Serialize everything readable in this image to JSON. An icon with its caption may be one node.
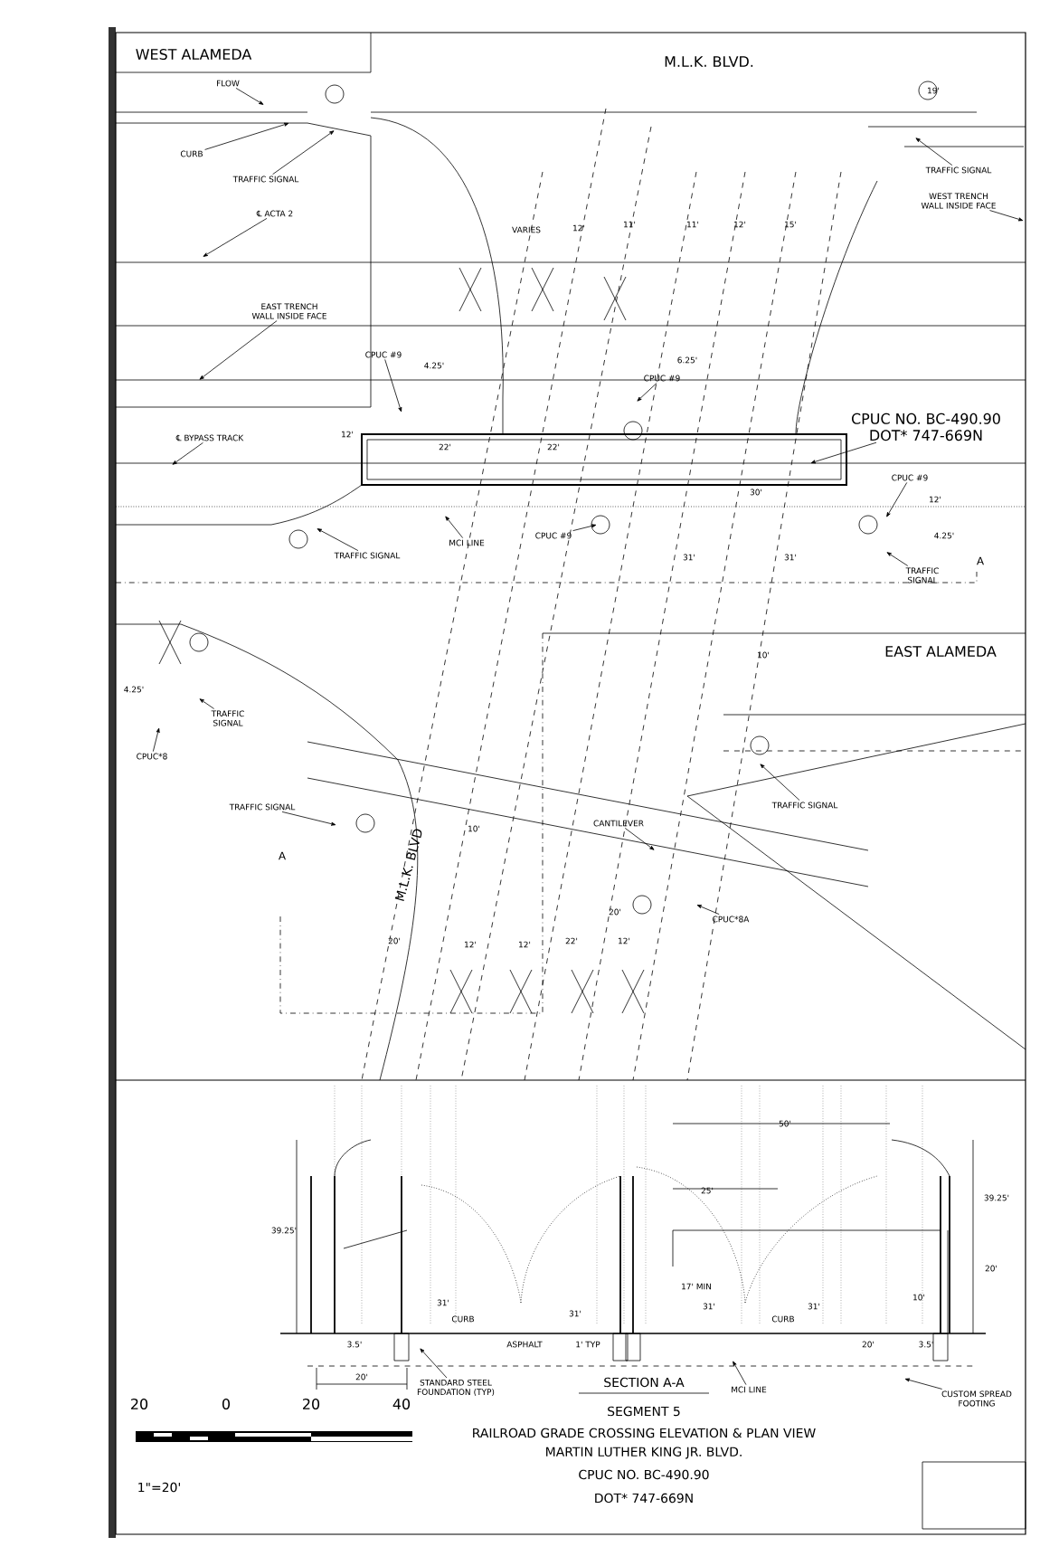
{
  "diagram": {
    "nodes": [
      {
        "text": [
          "FLOW"
        ]
      },
      {
        "text": [
          "CURB"
        ]
      },
      {
        "text": [
          "TRAFFIC SIGNAL"
        ]
      },
      {
        "text": [
          "℄ ACTA 2"
        ]
      },
      {
        "text": [
          "EAST TRENCH WALL INSIDE FACE"
        ]
      },
      {
        "text": [
          "CPUC #9"
        ]
      },
      {
        "text": [
          "℄ BYPASS TRACK"
        ]
      },
      {
        "text": [
          "TRAFFIC SIGNAL"
        ]
      },
      {
        "text": [
          "MCI LINE"
        ]
      },
      {
        "text": [
          "CPUC #9"
        ]
      },
      {
        "text": [
          "CPUC #9"
        ]
      },
      {
        "text": [
          "CPUC NO. BC-490.90",
          "DOT* 747-669N"
        ]
      },
      {
        "text": [
          "CPUC #9"
        ]
      },
      {
        "text": [
          "TRAFFIC SIGNAL"
        ]
      },
      {
        "text": [
          "TRAFFIC SIGNAL"
        ]
      },
      {
        "text": [
          "WEST TRENCH WALL INSIDE FACE"
        ]
      },
      {
        "text": [
          "TRAFFIC SIGNAL"
        ]
      },
      {
        "text": [
          "CPUC*8"
        ]
      },
      {
        "text": [
          "TRAFFIC SIGNAL"
        ]
      },
      {
        "text": [
          "CANTILEVER"
        ]
      },
      {
        "text": [
          "CPUC*8A"
        ]
      },
      {
        "text": [
          "TRAFFIC SIGNAL"
        ]
      },
      {
        "text": [
          "STANDARD STEEL FOUNDATION (TYP)"
        ]
      },
      {
        "text": [
          "MCI LINE"
        ]
      },
      {
        "text": [
          "CUSTOM SPREAD FOOTING"
        ]
      }
    ],
    "edges": [
      {
        "from": 0,
        "to": null,
        "arrow": "to"
      },
      {
        "from": 1,
        "to": null,
        "arrow": "to"
      },
      {
        "from": 2,
        "to": null,
        "arrow": "to"
      },
      {
        "from": 3,
        "to": null,
        "arrow": "to"
      },
      {
        "from": 4,
        "to": null,
        "arrow": "to"
      },
      {
        "from": 5,
        "to": null,
        "arrow": "to"
      },
      {
        "from": 6,
        "to": null,
        "arrow": "to"
      },
      {
        "from": 7,
        "to": null,
        "arrow": "to"
      },
      {
        "from": 8,
        "to": null,
        "arrow": "to"
      },
      {
        "from": 9,
        "to": null,
        "arrow": "to"
      },
      {
        "from": 10,
        "to": null,
        "arrow": "to"
      },
      {
        "from": 11,
        "to": null,
        "arrow": "to"
      },
      {
        "from": 12,
        "to": null,
        "arrow": "to"
      },
      {
        "from": 13,
        "to": null,
        "arrow": "to"
      },
      {
        "from": 14,
        "to": null,
        "arrow": "to"
      },
      {
        "from": 15,
        "to": null,
        "arrow": "to"
      },
      {
        "from": 16,
        "to": null,
        "arrow": "to"
      },
      {
        "from": 17,
        "to": null,
        "arrow": "to"
      },
      {
        "from": 18,
        "to": null,
        "arrow": "to"
      },
      {
        "from": 19,
        "to": null,
        "arrow": "to"
      },
      {
        "from": 20,
        "to": null,
        "arrow": "to"
      },
      {
        "from": 21,
        "to": null,
        "arrow": "to"
      },
      {
        "from": 22,
        "to": null,
        "arrow": "to"
      },
      {
        "from": 23,
        "to": null,
        "arrow": "to"
      },
      {
        "from": 24,
        "to": null,
        "arrow": "to"
      }
    ],
    "labels": [
      "WEST ALAMEDA",
      "M.L.K. BLVD.",
      "VARIES",
      "12'",
      "11'",
      "11'",
      "12'",
      "15'",
      "19'",
      "4.25'",
      "6.25'",
      "12'",
      "22'",
      "22'",
      "30'",
      "12'",
      "4.25'",
      "31'",
      "31'",
      "A",
      "EAST ALAMEDA",
      "10'",
      "4.25'",
      "A",
      "10'",
      "M.L.K. BLVD",
      "20'",
      "20'",
      "12'",
      "12'",
      "22'",
      "12'",
      "50'",
      "25'",
      "39.25'",
      "39.25'",
      "20'",
      "17' MIN",
      "10'",
      "31'",
      "CURB",
      "31'",
      "31'",
      "CURB",
      "31'",
      "3.5'",
      "ASPHALT",
      "1' TYP",
      "20'",
      "3.5'",
      "20'",
      "SECTION A-A",
      "SEGMENT 5",
      "RAILROAD GRADE CROSSING ELEVATION & PLAN VIEW",
      "MARTIN LUTHER KING JR. BLVD.",
      "CPUC NO. BC-490.90",
      "DOT* 747-669N",
      "20",
      "0",
      "20",
      "40",
      "1\"=20'"
    ]
  }
}
